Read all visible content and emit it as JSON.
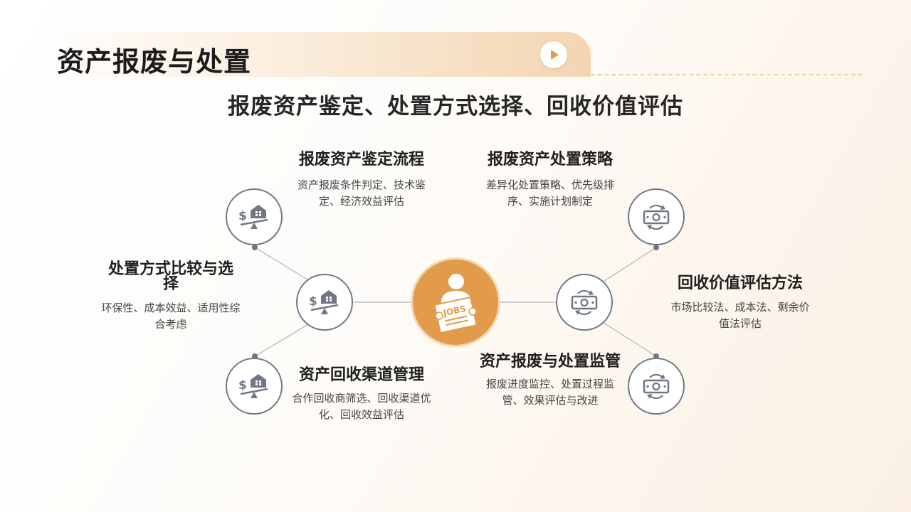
{
  "header": {
    "title": "资产报废与处置",
    "subtitle": "报废资产鉴定、处置方式选择、回收价值评估"
  },
  "center": {
    "icon": "jobs-sign-icon",
    "label": "JOBS"
  },
  "blocks": {
    "top_left": {
      "title": "报废资产鉴定流程",
      "desc": "资产报废条件判定、技术鉴定、经济效益评估"
    },
    "top_right": {
      "title": "报废资产处置策略",
      "desc": "差异化处置策略、优先级排序、实施计划制定"
    },
    "mid_left": {
      "title": "处置方式比较与选择",
      "desc": "环保性、成本效益、适用性综合考虑"
    },
    "mid_right": {
      "title": "回收价值评估方法",
      "desc": "市场比较法、成本法、剩余价值法评估"
    },
    "bottom_left": {
      "title": "资产回收渠道管理",
      "desc": "合作回收商筛选、回收渠道优化、回收效益评估"
    },
    "bottom_right": {
      "title": "资产报废与处置监管",
      "desc": "报废进度监控、处置过程监管、效果评估与改进"
    }
  },
  "icons": {
    "left": "house-scale-icon",
    "right": "money-exchange-icon",
    "play": "play-icon"
  },
  "colors": {
    "accent": "#e29a4b",
    "node_stroke": "#6f7785",
    "dash": "#f1cf9f"
  }
}
